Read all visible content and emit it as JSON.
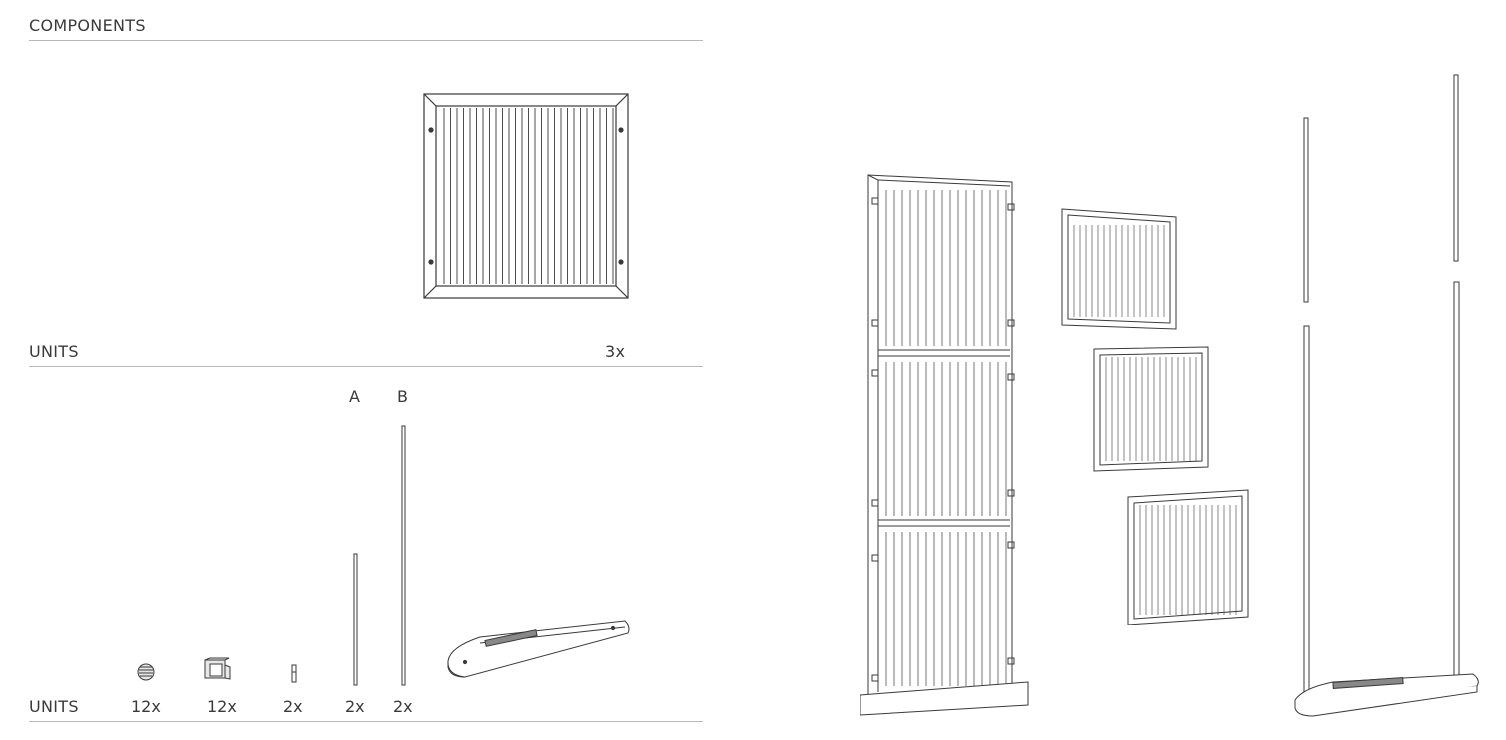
{
  "header": {
    "title": "COMPONENTS"
  },
  "panels_row": {
    "label": "UNITS",
    "quantity": "3x"
  },
  "parts_row": {
    "label": "UNITS",
    "pole_labels": [
      "A",
      "B"
    ],
    "quantities": [
      "12x",
      "12x",
      "2x",
      "2x",
      "2x"
    ]
  },
  "icons": [
    "screw-icon",
    "bracket-clip-icon",
    "pin-icon",
    "pole-a-icon",
    "pole-b-icon",
    "base-foot-icon",
    "panel-icon",
    "assembled-screen-icon",
    "exploded-panels-icon",
    "poles-and-base-icon"
  ],
  "colors": {
    "line": "#3a3a3a",
    "rule": "#b8b8b8"
  }
}
